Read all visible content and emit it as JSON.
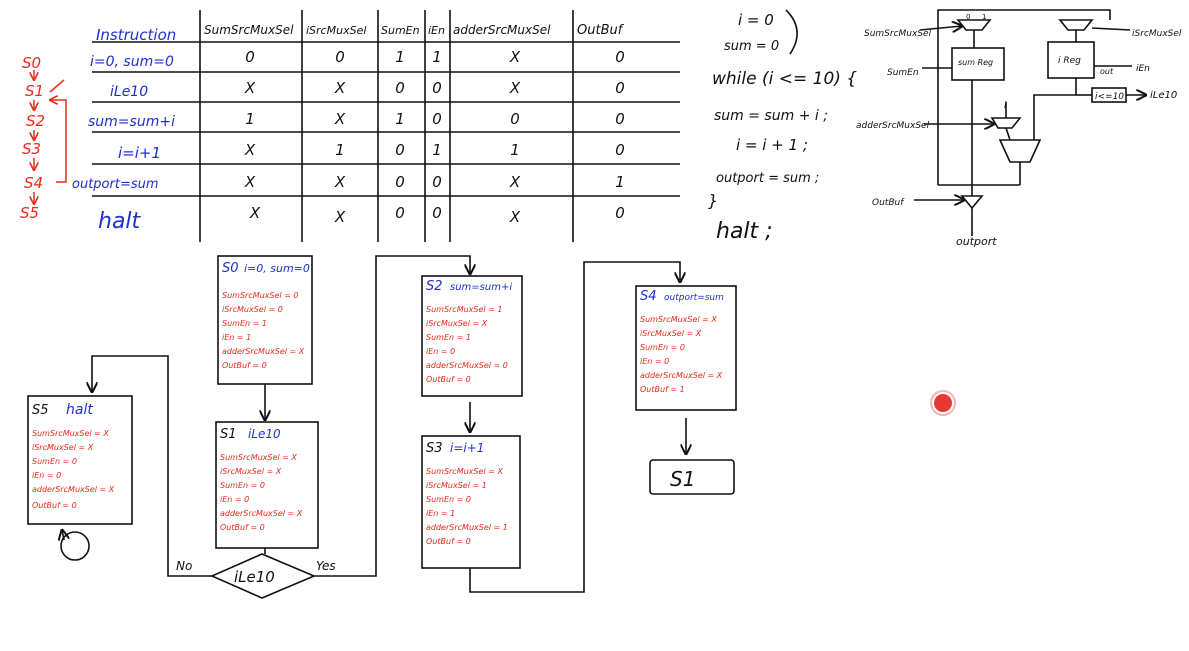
{
  "table": {
    "headers": [
      "Instruction",
      "SumSrcMuxSel",
      "iSrcMuxSel",
      "SumEn",
      "iEn",
      "adderSrcMuxSel",
      "OutBuf"
    ],
    "rows": [
      {
        "instr": "i=0, sum=0",
        "cells": [
          "0",
          "0",
          "1",
          "1",
          "X",
          "0"
        ]
      },
      {
        "instr": "iLe10",
        "cells": [
          "X",
          "X",
          "0",
          "0",
          "X",
          "0"
        ]
      },
      {
        "instr": "sum=sum+i",
        "cells": [
          "1",
          "X",
          "1",
          "0",
          "0",
          "0"
        ]
      },
      {
        "instr": "i=i+1",
        "cells": [
          "X",
          "1",
          "0",
          "1",
          "1",
          "0"
        ]
      },
      {
        "instr": "outport=sum",
        "cells": [
          "X",
          "X",
          "0",
          "0",
          "X",
          "1"
        ]
      },
      {
        "instr": "halt",
        "cells": [
          "X",
          "X",
          "0",
          "0",
          "X",
          "0"
        ]
      }
    ]
  },
  "state_list": [
    "S0",
    "S1",
    "S2",
    "S3",
    "S4",
    "S5"
  ],
  "code": {
    "lines": [
      "i = 0",
      "sum = 0",
      "while (i <= 10) {",
      "sum = sum + i ;",
      "i = i + 1 ;",
      "outport = sum ;",
      "}",
      "halt ;"
    ]
  },
  "datapath": {
    "labels": [
      "SumSrcMuxSel",
      "SumEn",
      "adderSrcMuxSel",
      "OutBuf",
      "iSrcMuxSel",
      "iEn",
      "iLe10",
      "outport"
    ],
    "reg_sum": "sum Reg",
    "reg_i": "i Reg",
    "cmp": "i<=10",
    "mux_in_0": "0",
    "mux_in_1": "1",
    "i_tap": "i",
    "i_out": "out"
  },
  "fsm": {
    "states": [
      {
        "id": "S0",
        "title": "i=0, sum=0",
        "signals": [
          "SumSrcMuxSel = 0",
          "iSrcMuxSel = 0",
          "SumEn = 1",
          "iEn = 1",
          "adderSrcMuxSel = X",
          "OutBuf = 0"
        ]
      },
      {
        "id": "S1",
        "title": "iLe10",
        "signals": [
          "SumSrcMuxSel = X",
          "iSrcMuxSel = X",
          "SumEn = 0",
          "iEn = 0",
          "adderSrcMuxSel = X",
          "OutBuf = 0"
        ]
      },
      {
        "id": "S2",
        "title": "sum=sum+i",
        "signals": [
          "SumSrcMuxSel = 1",
          "iSrcMuxSel = X",
          "SumEn = 1",
          "iEn = 0",
          "adderSrcMuxSel = 0",
          "OutBuf = 0"
        ]
      },
      {
        "id": "S3",
        "title": "i=i+1",
        "signals": [
          "SumSrcMuxSel = X",
          "iSrcMuxSel = 1",
          "SumEn = 0",
          "iEn = 1",
          "adderSrcMuxSel = 1",
          "OutBuf = 0"
        ]
      },
      {
        "id": "S4",
        "title": "outport=sum",
        "signals": [
          "SumSrcMuxSel = X",
          "iSrcMuxSel = X",
          "SumEn = 0",
          "iEn = 0",
          "adderSrcMuxSel = X",
          "OutBuf = 1"
        ]
      },
      {
        "id": "S5",
        "title": "halt",
        "signals": [
          "SumSrcMuxSel = X",
          "iSrcMuxSel = X",
          "SumEn = 0",
          "iEn = 0",
          "adderSrcMuxSel = X",
          "OutBuf = 0"
        ]
      }
    ],
    "decision": "iLe10",
    "yes_label": "Yes",
    "no_label": "No",
    "s4_next": "S1"
  },
  "colors": {
    "ink": "#111111",
    "blue": "#1f2fd1",
    "red": "#ee2a1a",
    "record_dot": "#e53935"
  }
}
